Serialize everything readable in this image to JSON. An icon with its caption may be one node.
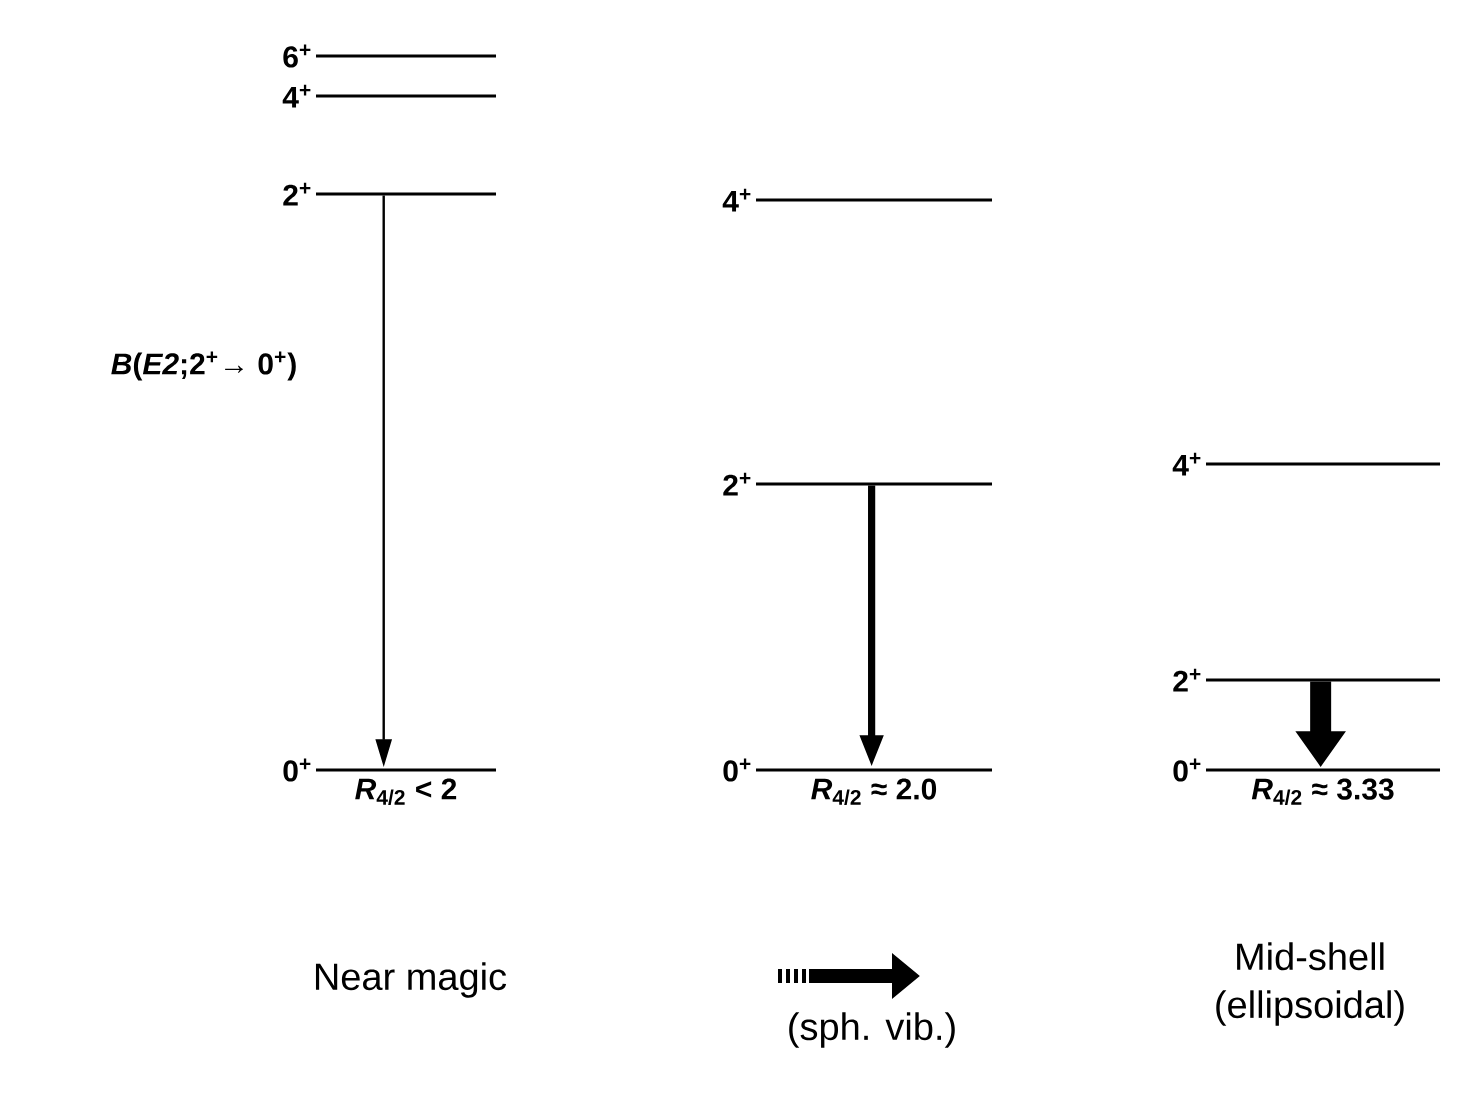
{
  "diagram": {
    "nodes": [
      {
        "text": [
          "6$^{+}$"
        ]
      },
      {
        "text": [
          "4$^{+}$"
        ]
      },
      {
        "text": [
          "2$^{+}$"
        ]
      },
      {
        "text": [
          "0$^{+}$"
        ],
        "beside": [
          "*R*$_{4/2}$ < 2"
        ]
      },
      {
        "text": [
          "4$^{+}$"
        ]
      },
      {
        "text": [
          "2$^{+}$"
        ]
      },
      {
        "text": [
          "0$^{+}$"
        ],
        "beside": [
          "*R*$_{4/2}$ ≈ 2.0"
        ]
      },
      {
        "text": [
          "4$^{+}$"
        ]
      },
      {
        "text": [
          "2$^{+}$"
        ]
      },
      {
        "text": [
          "0$^{+}$"
        ],
        "beside": [
          "*R*$_{4/2}$ ≈ 3.33"
        ]
      },
      {
        "text": [
          "Near magic"
        ]
      },
      {
        "text": [
          "Mid-shell (ellipsoidal)"
        ]
      }
    ],
    "edges": [
      {
        "from": 2,
        "to": 3,
        "arrow": "to",
        "label": "*B*(*E2*;2$^{+}$→ 0$^{+}$)"
      },
      {
        "from": 5,
        "to": 6,
        "arrow": "to"
      },
      {
        "from": 8,
        "to": 9,
        "arrow": "to",
        "style": "thick"
      }
    ],
    "labels": [
      "(sph. vib.)"
    ]
  }
}
